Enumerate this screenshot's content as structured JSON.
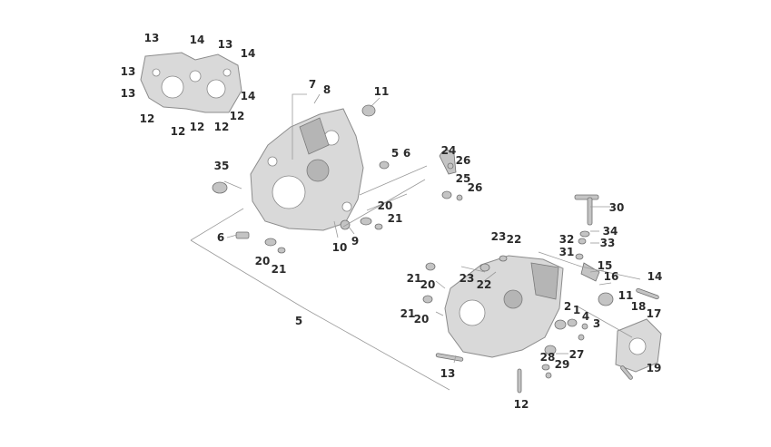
{
  "labels": {
    "top_inset": [
      "13",
      "14",
      "13",
      "14",
      "13",
      "13",
      "14",
      "12",
      "12",
      "12",
      "12",
      "12"
    ],
    "left_case": [
      "7",
      "8",
      "11",
      "5",
      "6",
      "24",
      "26",
      "25",
      "26",
      "35",
      "20",
      "21",
      "9",
      "10",
      "6",
      "20",
      "21",
      "5"
    ],
    "right_case": [
      "30",
      "34",
      "33",
      "32",
      "31",
      "23",
      "22",
      "15",
      "16",
      "14",
      "21",
      "20",
      "23",
      "22",
      "11",
      "21",
      "20",
      "2",
      "1",
      "4",
      "3",
      "18",
      "17",
      "28",
      "27",
      "29",
      "13",
      "19",
      "12"
    ]
  }
}
